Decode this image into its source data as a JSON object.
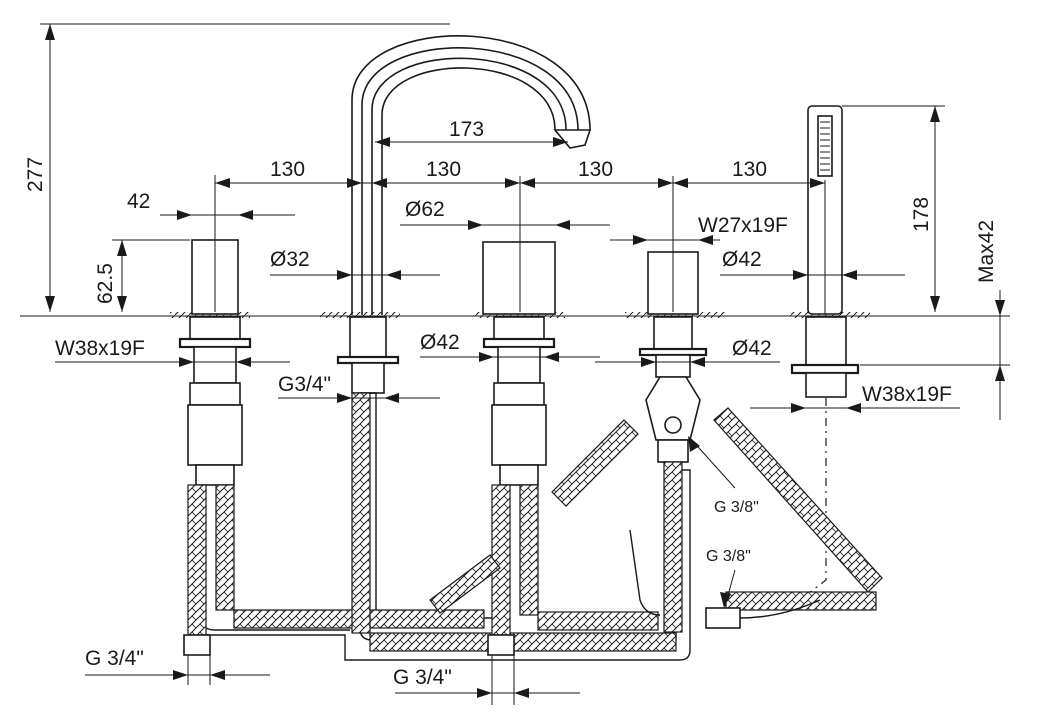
{
  "dimensions": {
    "total_height": "277",
    "spout_reach": "173",
    "spacing_1": "130",
    "spacing_2": "130",
    "spacing_3": "130",
    "spacing_4": "130",
    "handle_width": "42",
    "handle_height": "62.5",
    "diverter_dia": "Ø62",
    "spout_dia": "Ø32",
    "diverter_thread": "W27x19F",
    "shower_holder_dia": "Ø42",
    "shower_height": "178",
    "deck_max": "Max42",
    "left_thread": "W38x19F",
    "spout_inlet": "G3/4\"",
    "center_dia": "Ø42",
    "diverter_shank_dia": "Ø42",
    "right_thread": "W38x19F",
    "hose_conn_1": "G 3/8\"",
    "hose_conn_2": "G 3/8\"",
    "left_supply": "G 3/4\"",
    "bottom_supply": "G 3/4\""
  },
  "hatch": {
    "pattern": "diagonal-weave"
  }
}
